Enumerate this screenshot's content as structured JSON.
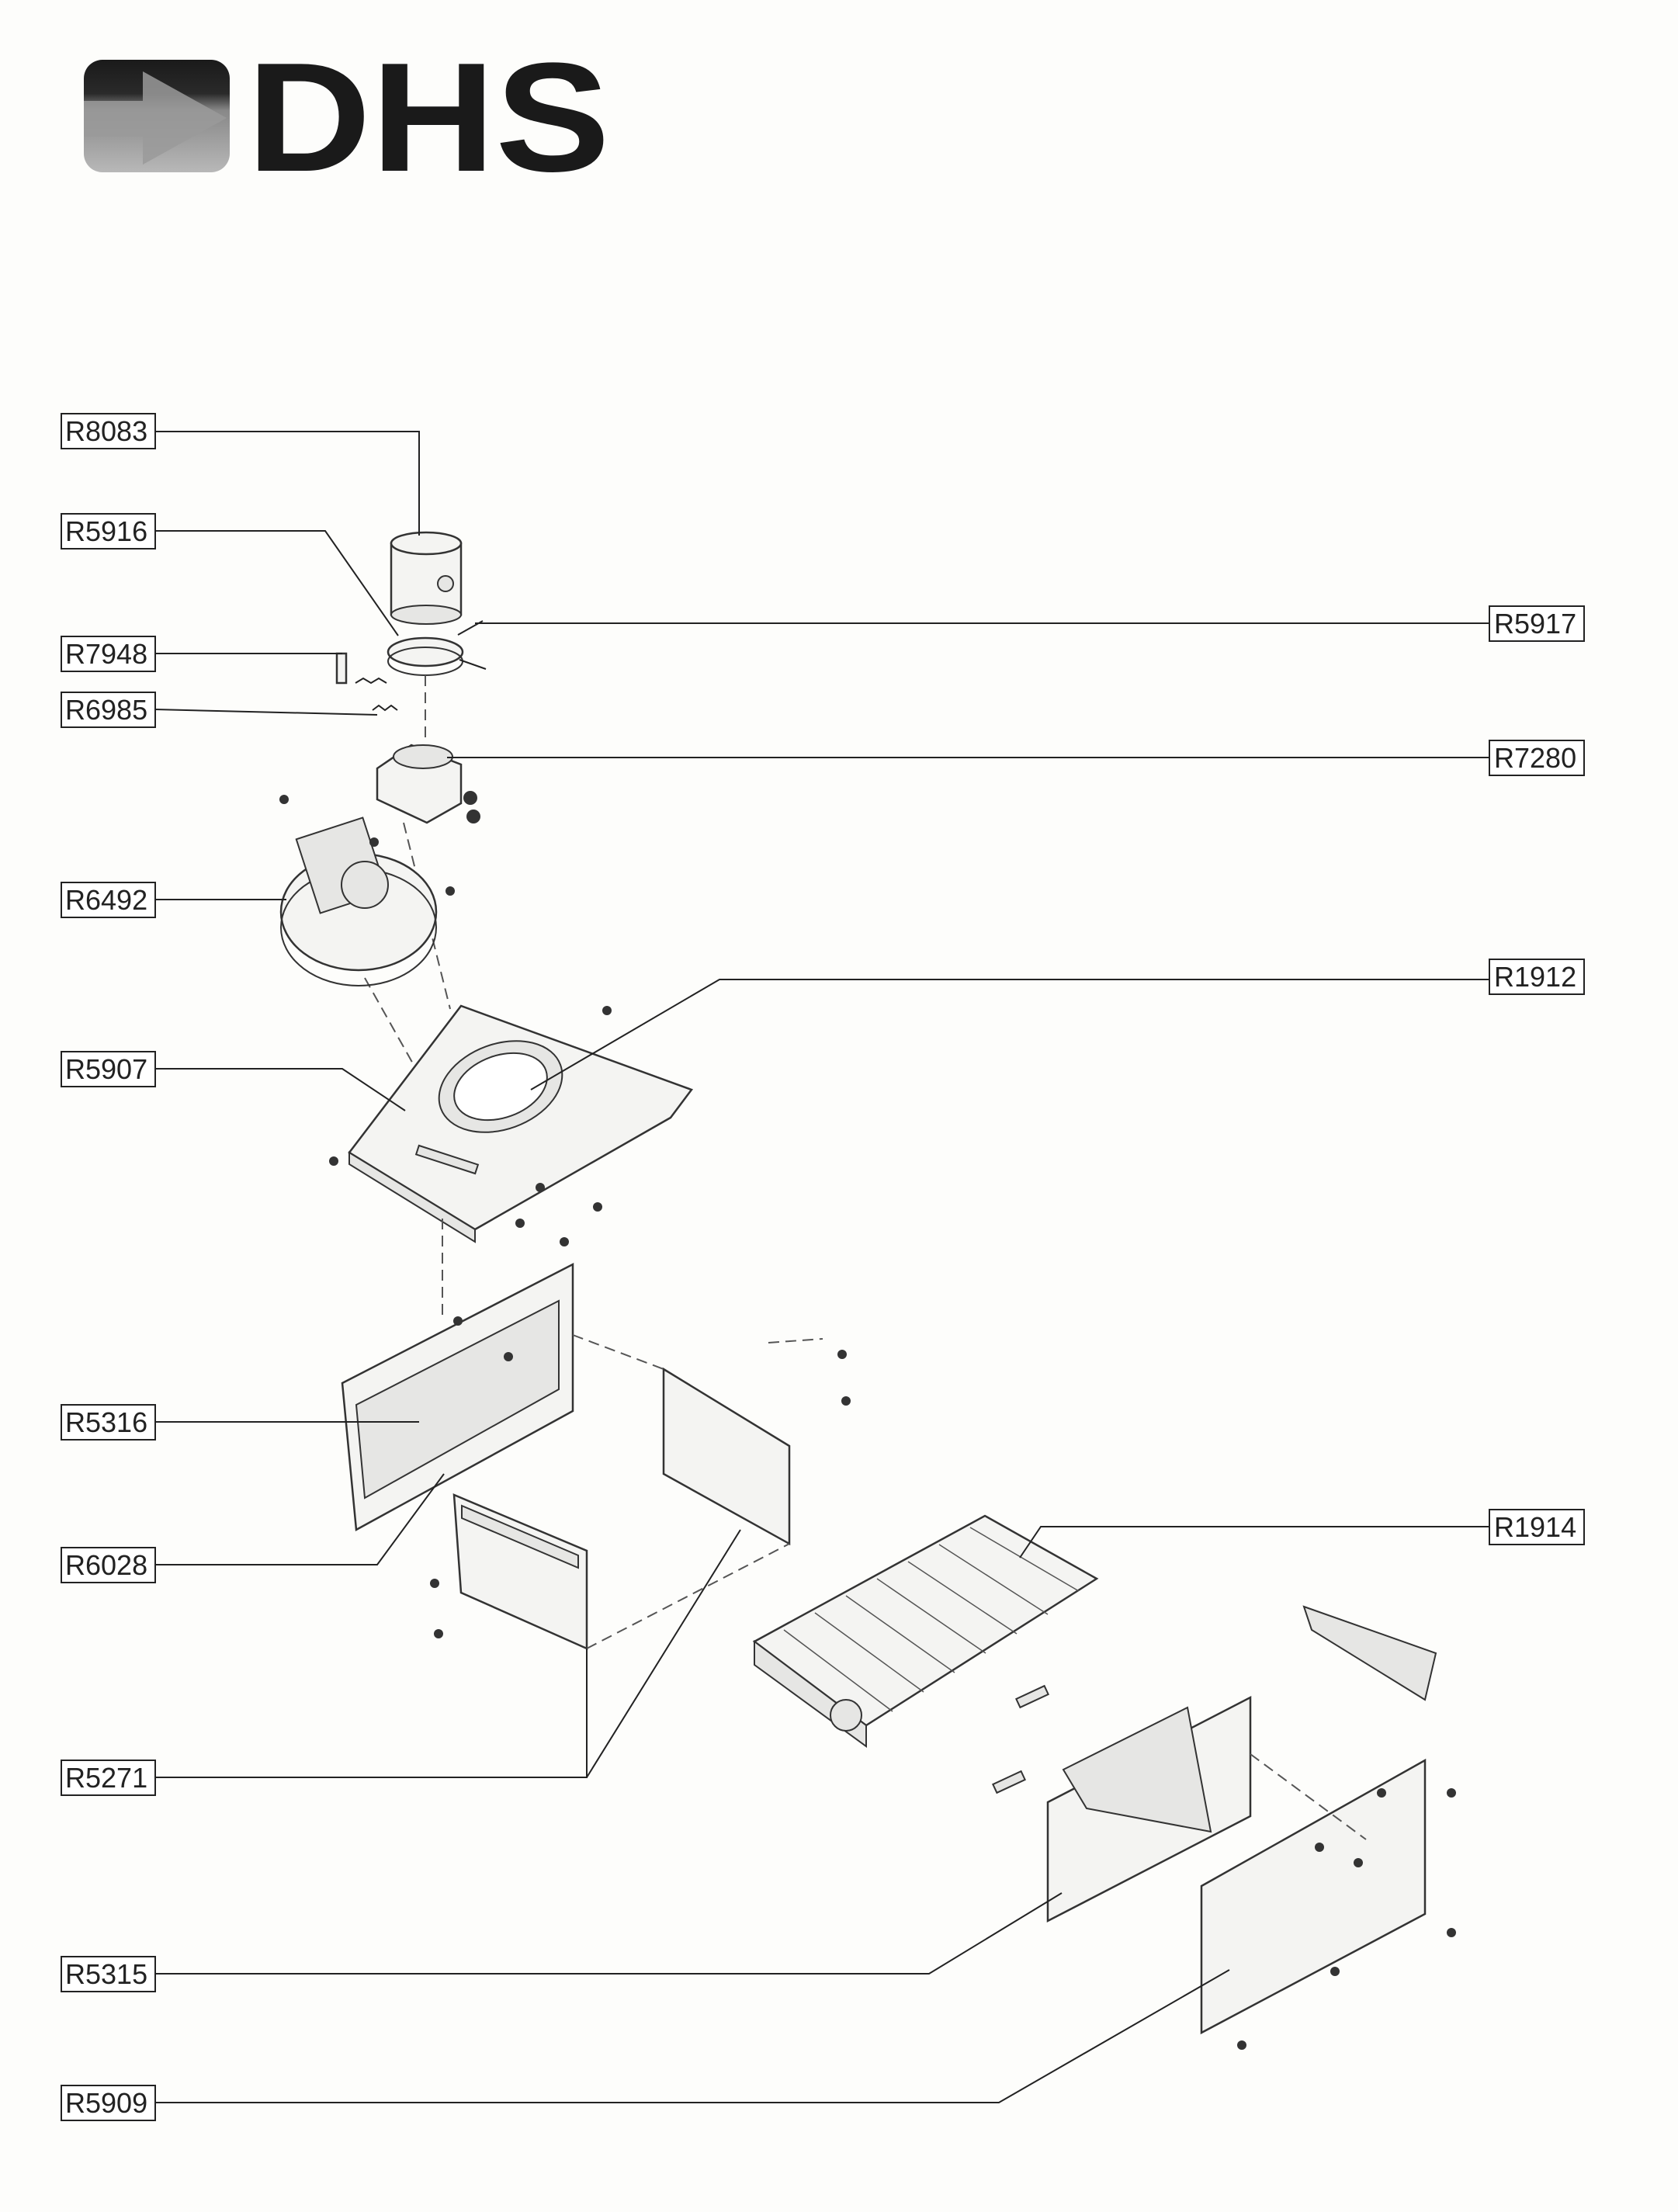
{
  "logo": {
    "text": "DHS",
    "icon": "arrow-right-icon",
    "colors": {
      "dark": "#1a1a1a",
      "grey": "#9a9a9a"
    }
  },
  "diagram": {
    "left_labels": [
      "R8083",
      "R5916",
      "R7948",
      "R6985",
      "R6492",
      "R5907",
      "R5316",
      "R6028",
      "R5271",
      "R5315",
      "R5909"
    ],
    "right_labels": [
      "R5917",
      "R7280",
      "R1912",
      "R1914"
    ]
  }
}
